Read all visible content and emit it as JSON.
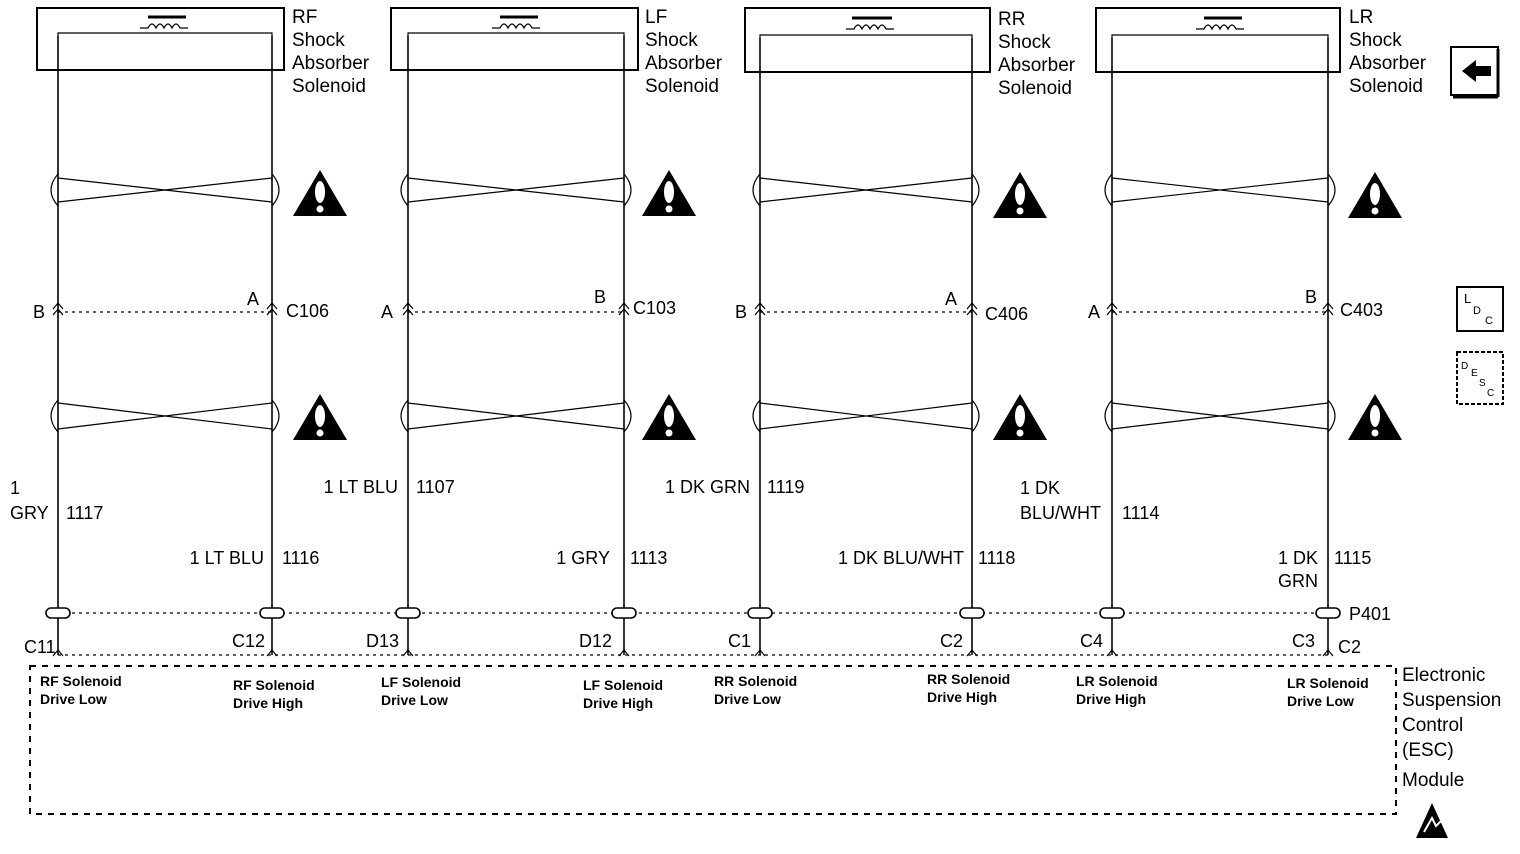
{
  "solenoids": [
    {
      "name_lines": [
        "RF",
        "Shock",
        "Absorber",
        "Solenoid"
      ]
    },
    {
      "name_lines": [
        "LF",
        "Shock",
        "Absorber",
        "Solenoid"
      ]
    },
    {
      "name_lines": [
        "RR",
        "Shock",
        "Absorber",
        "Solenoid"
      ]
    },
    {
      "name_lines": [
        "LR",
        "Shock",
        "Absorber",
        "Solenoid"
      ]
    }
  ],
  "connectors": {
    "c106": {
      "id": "C106",
      "left_pin": "B",
      "right_pin": "A"
    },
    "c103": {
      "id": "C103",
      "left_pin": "A",
      "right_pin": "B"
    },
    "c406": {
      "id": "C406",
      "left_pin": "B",
      "right_pin": "A"
    },
    "c403": {
      "id": "C403",
      "left_pin": "A",
      "right_pin": "B"
    },
    "p401": {
      "id": "P401"
    }
  },
  "wires": [
    {
      "size_color": "1",
      "size_color_2": "GRY",
      "circuit": "1117"
    },
    {
      "size_color": "1 LT BLU",
      "circuit": "1116"
    },
    {
      "size_color": "1 LT BLU",
      "circuit": "1107"
    },
    {
      "size_color": "1 GRY",
      "circuit": "1113"
    },
    {
      "size_color": "1 DK GRN",
      "circuit": "1119"
    },
    {
      "size_color": "1 DK BLU/WHT",
      "circuit": "1118"
    },
    {
      "size_color": "1 DK",
      "size_color_2": "BLU/WHT",
      "circuit": "1114"
    },
    {
      "size_color": "1 DK",
      "size_color_2": "GRN",
      "circuit": "1115"
    }
  ],
  "module_pins": [
    "C11",
    "C12",
    "D13",
    "D12",
    "C1",
    "C2",
    "C4",
    "C3",
    "C2"
  ],
  "module_terminals": [
    {
      "line1": "RF Solenoid",
      "line2": "Drive Low"
    },
    {
      "line1": "RF Solenoid",
      "line2": "Drive High"
    },
    {
      "line1": "LF Solenoid",
      "line2": "Drive Low"
    },
    {
      "line1": "LF Solenoid",
      "line2": "Drive High"
    },
    {
      "line1": "RR Solenoid",
      "line2": "Drive Low"
    },
    {
      "line1": "RR Solenoid",
      "line2": "Drive High"
    },
    {
      "line1": "LR Solenoid",
      "line2": "Drive High"
    },
    {
      "line1": "LR Solenoid",
      "line2": "Drive Low"
    }
  ],
  "module_name_lines": [
    "Electronic",
    "Suspension",
    "Control",
    "(ESC)",
    "Module"
  ],
  "side_icons": {
    "ldc": {
      "big": "L",
      "sub": "D",
      "sub2": "C"
    },
    "desc": {
      "a": "D",
      "b": "E",
      "c": "S",
      "d": "C"
    }
  }
}
